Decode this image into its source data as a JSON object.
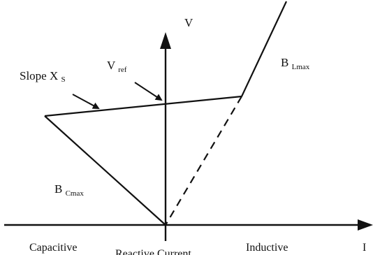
{
  "diagram": {
    "labels": {
      "v_axis": "V",
      "i_axis": "I",
      "vref_main": "V",
      "vref_sub": "ref",
      "slope_main": "Slope X",
      "slope_sub": "S",
      "bl_main": "B",
      "bl_sub": "Lmax",
      "bc_main": "B",
      "bc_sub": "Cmax",
      "capacitive": "Capacitive",
      "reactive_current": "Reactive Current",
      "inductive": "Inductive"
    },
    "colors": {
      "line": "#111111",
      "background": "#ffffff"
    }
  }
}
